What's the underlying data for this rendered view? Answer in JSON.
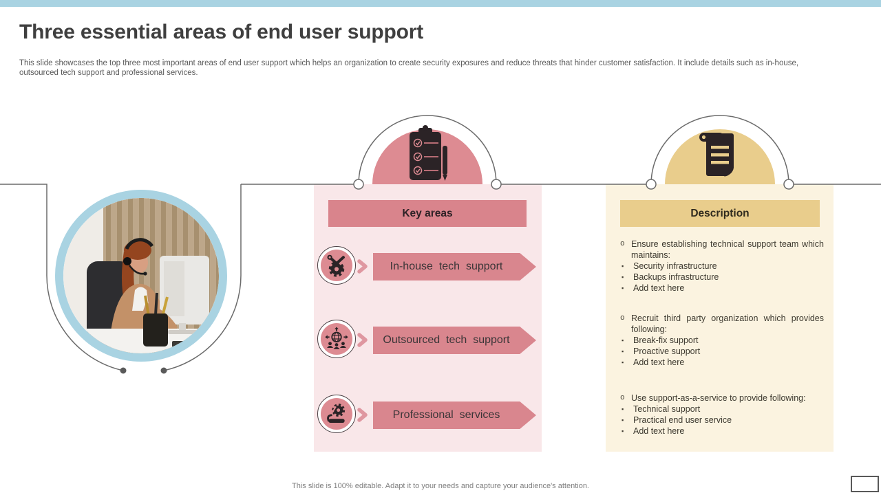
{
  "slide": {
    "title": "Three essential areas of end user support",
    "subtitle": "This slide showcases the top three most important areas of end user support which helps an organization to create security exposures and reduce threats that hinder customer satisfaction. It include details such as in-house, outsourced tech support and professional services.",
    "footer_note": "This slide is 100% editable. Adapt it to your needs and capture your audience's attention."
  },
  "key_areas": {
    "header": "Key areas",
    "items": [
      {
        "label": "In-house tech support",
        "icon": "gear-tools-icon"
      },
      {
        "label": "Outsourced tech support",
        "icon": "globe-network-icon"
      },
      {
        "label": "Professional services",
        "icon": "hand-gear-icon"
      }
    ]
  },
  "description": {
    "header": "Description",
    "blocks": [
      {
        "lead": "Ensure establishing technical support team which maintains:",
        "bullets": [
          "Security infrastructure",
          "Backups infrastructure",
          "Add text here"
        ]
      },
      {
        "lead": "Recruit third party organization which provides following:",
        "bullets": [
          "Break-fix support",
          "Proactive support",
          "Add text here"
        ]
      },
      {
        "lead": "Use support-as-a-service to provide following:",
        "bullets": [
          "Technical support",
          "Practical end user service",
          "Add text here"
        ]
      }
    ]
  },
  "icons": {
    "key_areas_column": "clipboard-checklist-icon",
    "description_column": "scroll-document-icon",
    "row_marker": "chevron-right-icon",
    "photo": "support-agent-photo"
  },
  "colors": {
    "accent_blue": "#a9d3e2",
    "accent_pink": "#d9858e",
    "accent_tan": "#e9cd8c",
    "panel_pink_bg": "#f9e7e9",
    "panel_tan_bg": "#fbf3e0",
    "line": "#6b6b6b",
    "title_text": "#3f3f3f",
    "body_text": "#3e3a30"
  }
}
